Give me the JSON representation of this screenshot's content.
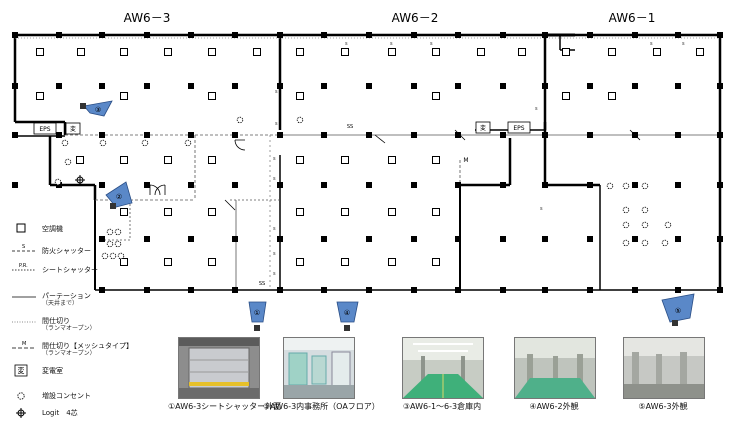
{
  "zones": [
    {
      "id": "aw63",
      "label": "AW6－3"
    },
    {
      "id": "aw62",
      "label": "AW6－2"
    },
    {
      "id": "aw61",
      "label": "AW6－1"
    }
  ],
  "room_labels": {
    "eps": "EPS",
    "hen": "変",
    "m": "M",
    "ss": "SS"
  },
  "markers": [
    {
      "id": "m1",
      "label": "①"
    },
    {
      "id": "m2",
      "label": "②"
    },
    {
      "id": "m3",
      "label": "③"
    },
    {
      "id": "m4",
      "label": "④"
    },
    {
      "id": "m5",
      "label": "⑤"
    }
  ],
  "legend": [
    {
      "id": "aircon",
      "main": "空調機",
      "sub": ""
    },
    {
      "id": "fire-shutter",
      "main": "防火シャッター",
      "sub": ""
    },
    {
      "id": "sheet-shutter",
      "main": "シートシャッター",
      "sub": ""
    },
    {
      "id": "partition",
      "main": "パーテーション",
      "sub": "（天井まで）"
    },
    {
      "id": "partition-open",
      "main": "間仕切り",
      "sub": "（ランマオープン）"
    },
    {
      "id": "partition-mesh",
      "main": "間仕切り【メッシュタイプ】",
      "sub": "（ランマオープン）"
    },
    {
      "id": "substation",
      "main": "変電室",
      "sub": ""
    },
    {
      "id": "outlet",
      "main": "増設コンセント",
      "sub": ""
    },
    {
      "id": "logit",
      "main": "Logit　4芯",
      "sub": ""
    }
  ],
  "legend_symbols": {
    "s": "S",
    "pr": "P.R.",
    "m": "M",
    "hen": "変"
  },
  "photos": [
    {
      "id": "p1",
      "caption": "①AW6-3シートシャッター外面"
    },
    {
      "id": "p2",
      "caption": "②AW6-3内事務所（OAフロア）"
    },
    {
      "id": "p3",
      "caption": "③AW6-1～6-3倉庫内"
    },
    {
      "id": "p4",
      "caption": "④AW6-2外観"
    },
    {
      "id": "p5",
      "caption": "⑤AW6-3外観"
    }
  ]
}
